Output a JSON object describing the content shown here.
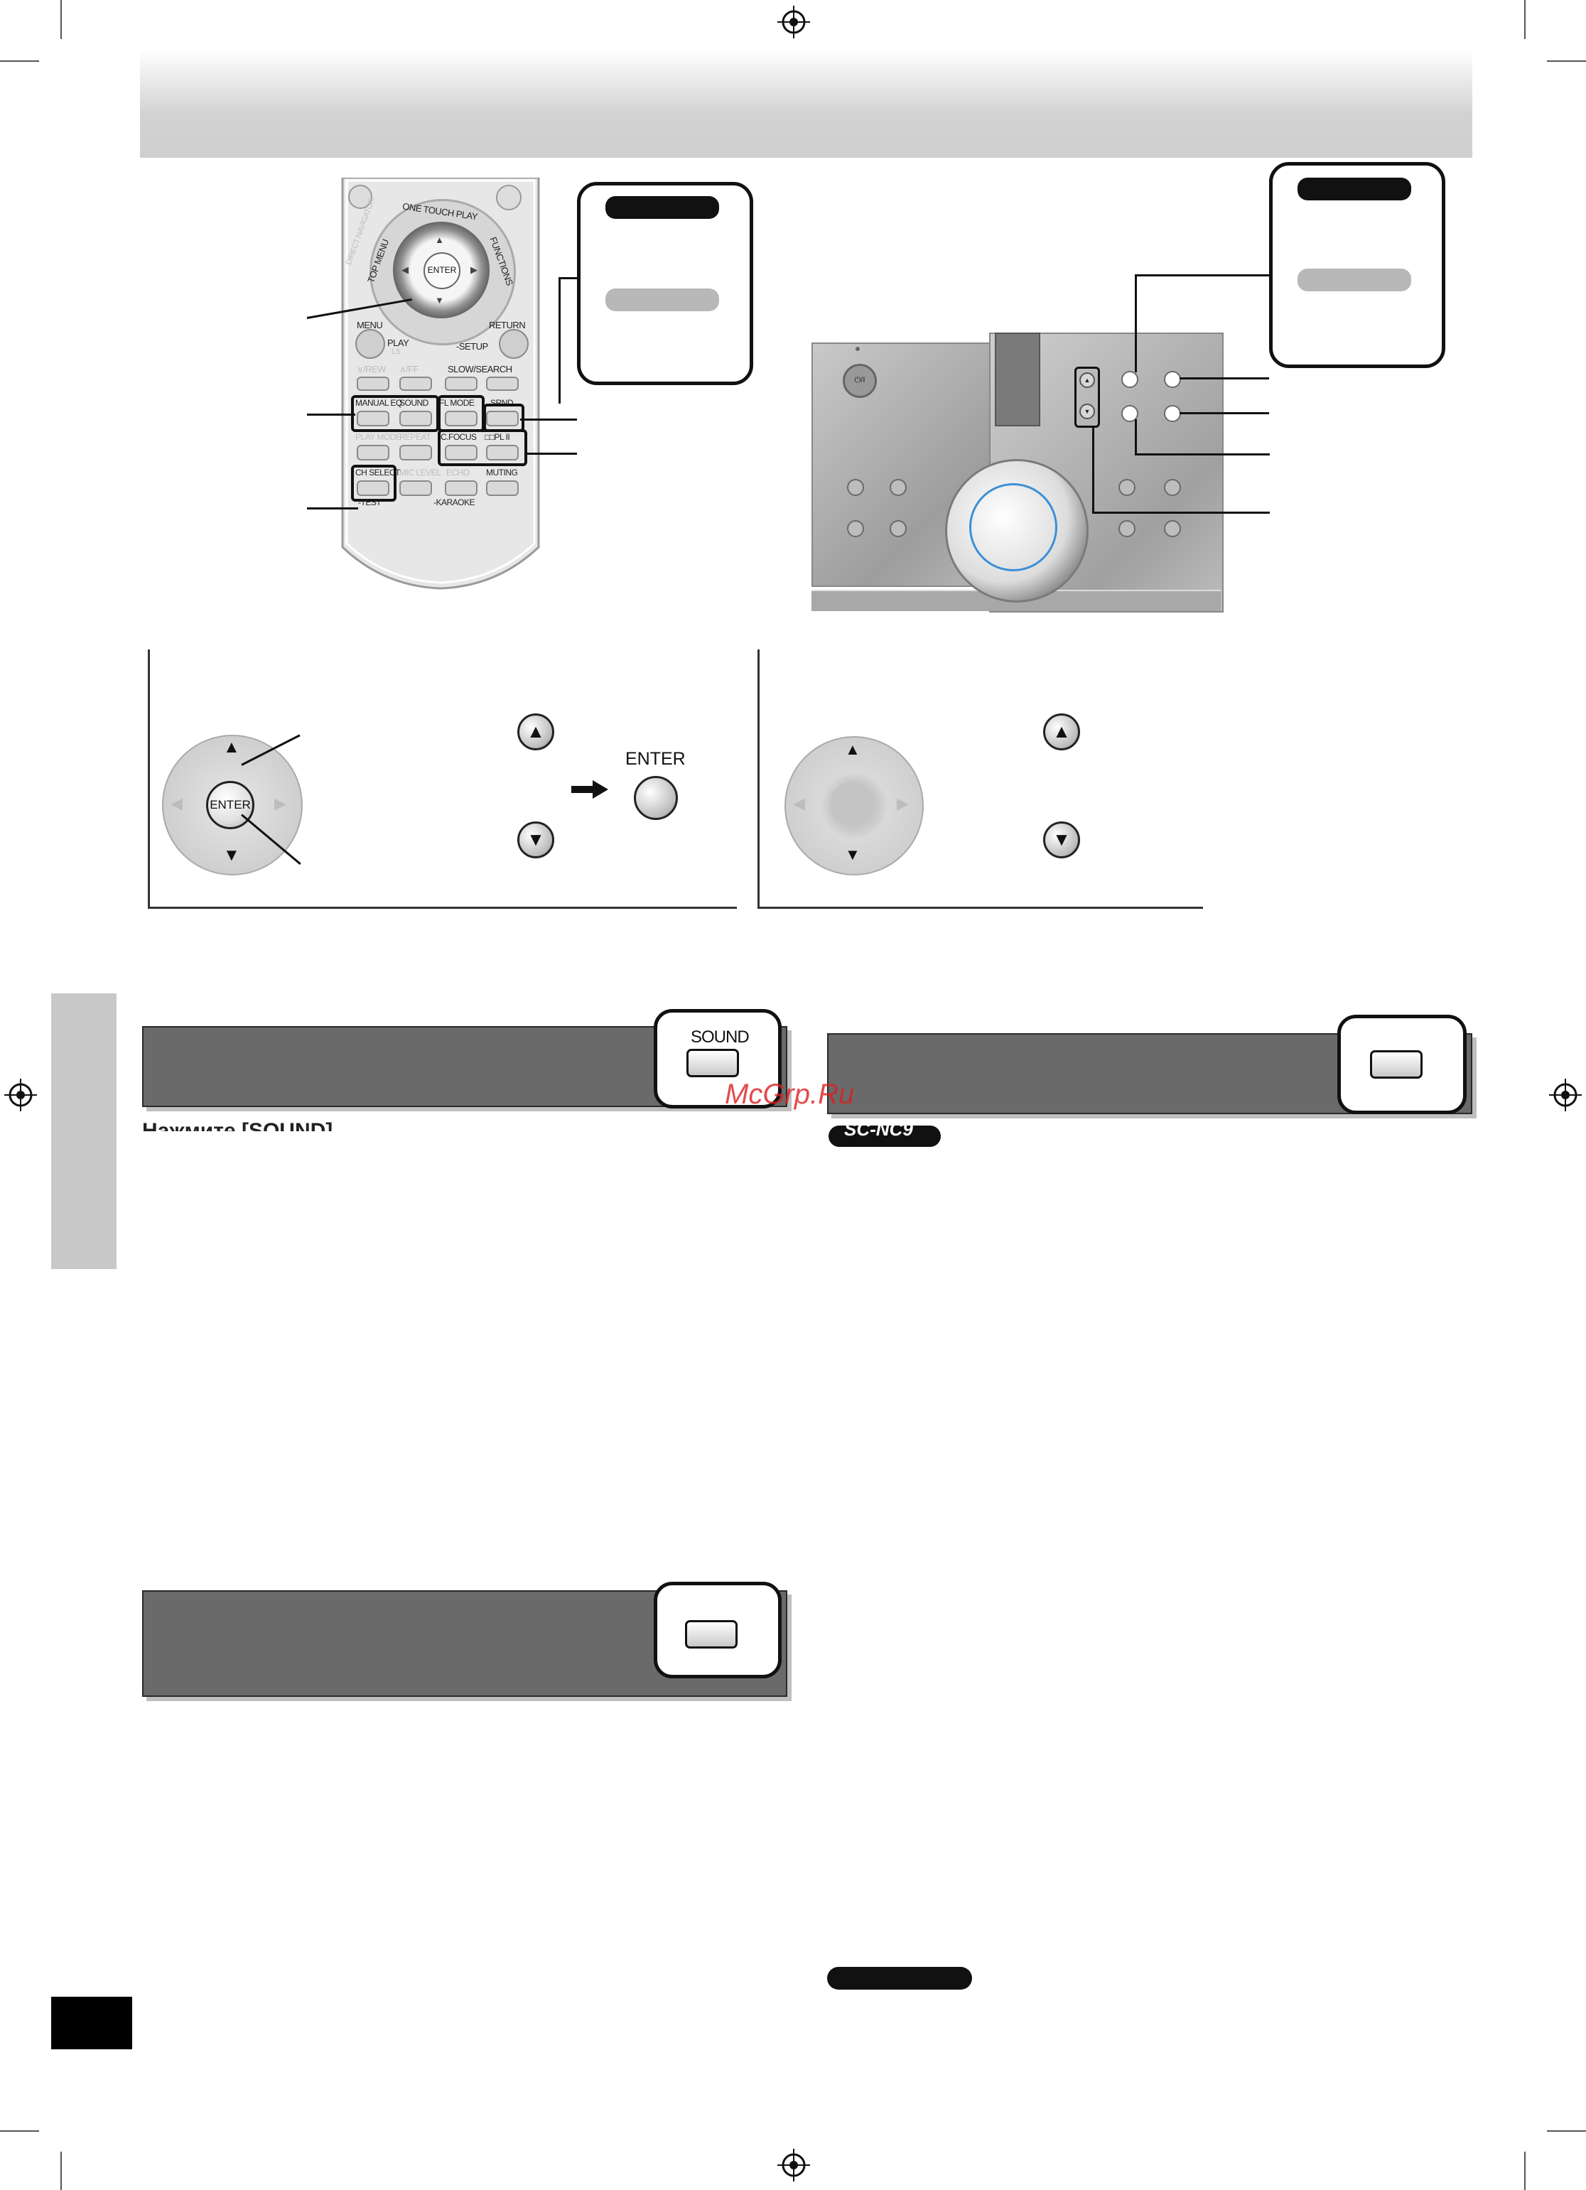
{
  "remote": {
    "top_labels": {
      "one_touch_play": "ONE TOUCH PLAY",
      "top_menu": "TOP MENU",
      "direct_navigator": "DIRECT NAVIGATOR",
      "functions": "FUNCTIONS",
      "enter": "ENTER",
      "menu": "MENU",
      "play": "PLAY",
      "play_sub": "1.5",
      "return": "RETURN",
      "setup": "-SETUP"
    },
    "transport_labels": {
      "rew": "∨/REW",
      "ff": "∧/FF",
      "slow_search": "SLOW/SEARCH"
    },
    "row1": [
      "MANUAL EQ",
      "SOUND",
      "FL MODE",
      "SRND"
    ],
    "row2": [
      "PLAY MODE",
      "REPEAT",
      "C.FOCUS",
      "□□PL II"
    ],
    "row3": [
      "CH SELECT",
      "MIC LEVEL",
      "ECHO",
      "MUTING"
    ],
    "test_label": "-TEST",
    "karaoke_label": "-KARAOKE"
  },
  "unit": {
    "power_symbol": "⏻/I"
  },
  "diagram_left": {
    "enter_label": "ENTER",
    "side_enter_label": "ENTER",
    "up_symbol": "▲",
    "down_symbol": "▼"
  },
  "diagram_right": {
    "up_symbol": "▲",
    "down_symbol": "▼"
  },
  "sections": {
    "sound_key_label": "SOUND",
    "sound_line": "Нажмите [SOUND].",
    "model_badge": "SC-NC9"
  },
  "watermark": "McGrp.Ru"
}
